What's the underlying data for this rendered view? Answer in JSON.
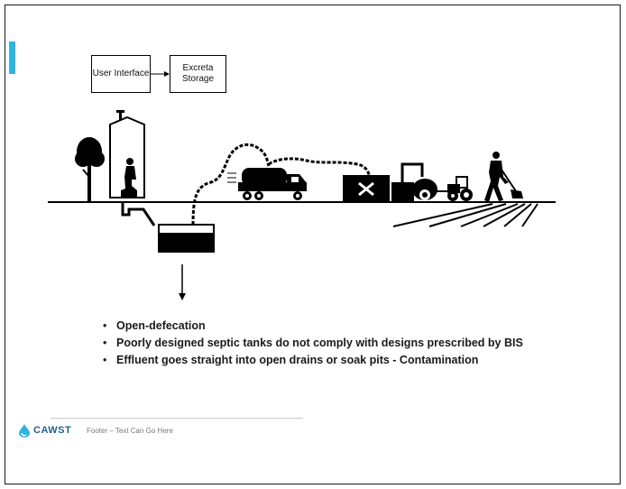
{
  "diagram": {
    "user_interface_label": "User Interface",
    "excreta_storage_label": "Excreta Storage"
  },
  "bullets": [
    "Open-defecation",
    "Poorly designed septic tanks do not comply with designs prescribed by BIS",
    "Effluent goes straight into open drains or soak pits - Contamination"
  ],
  "footer": {
    "logo_text": "CAWST",
    "text": "Footer – Text Can Go Here"
  },
  "colors": {
    "accent": "#2fb3e0",
    "logo": "#1f5f8f"
  }
}
